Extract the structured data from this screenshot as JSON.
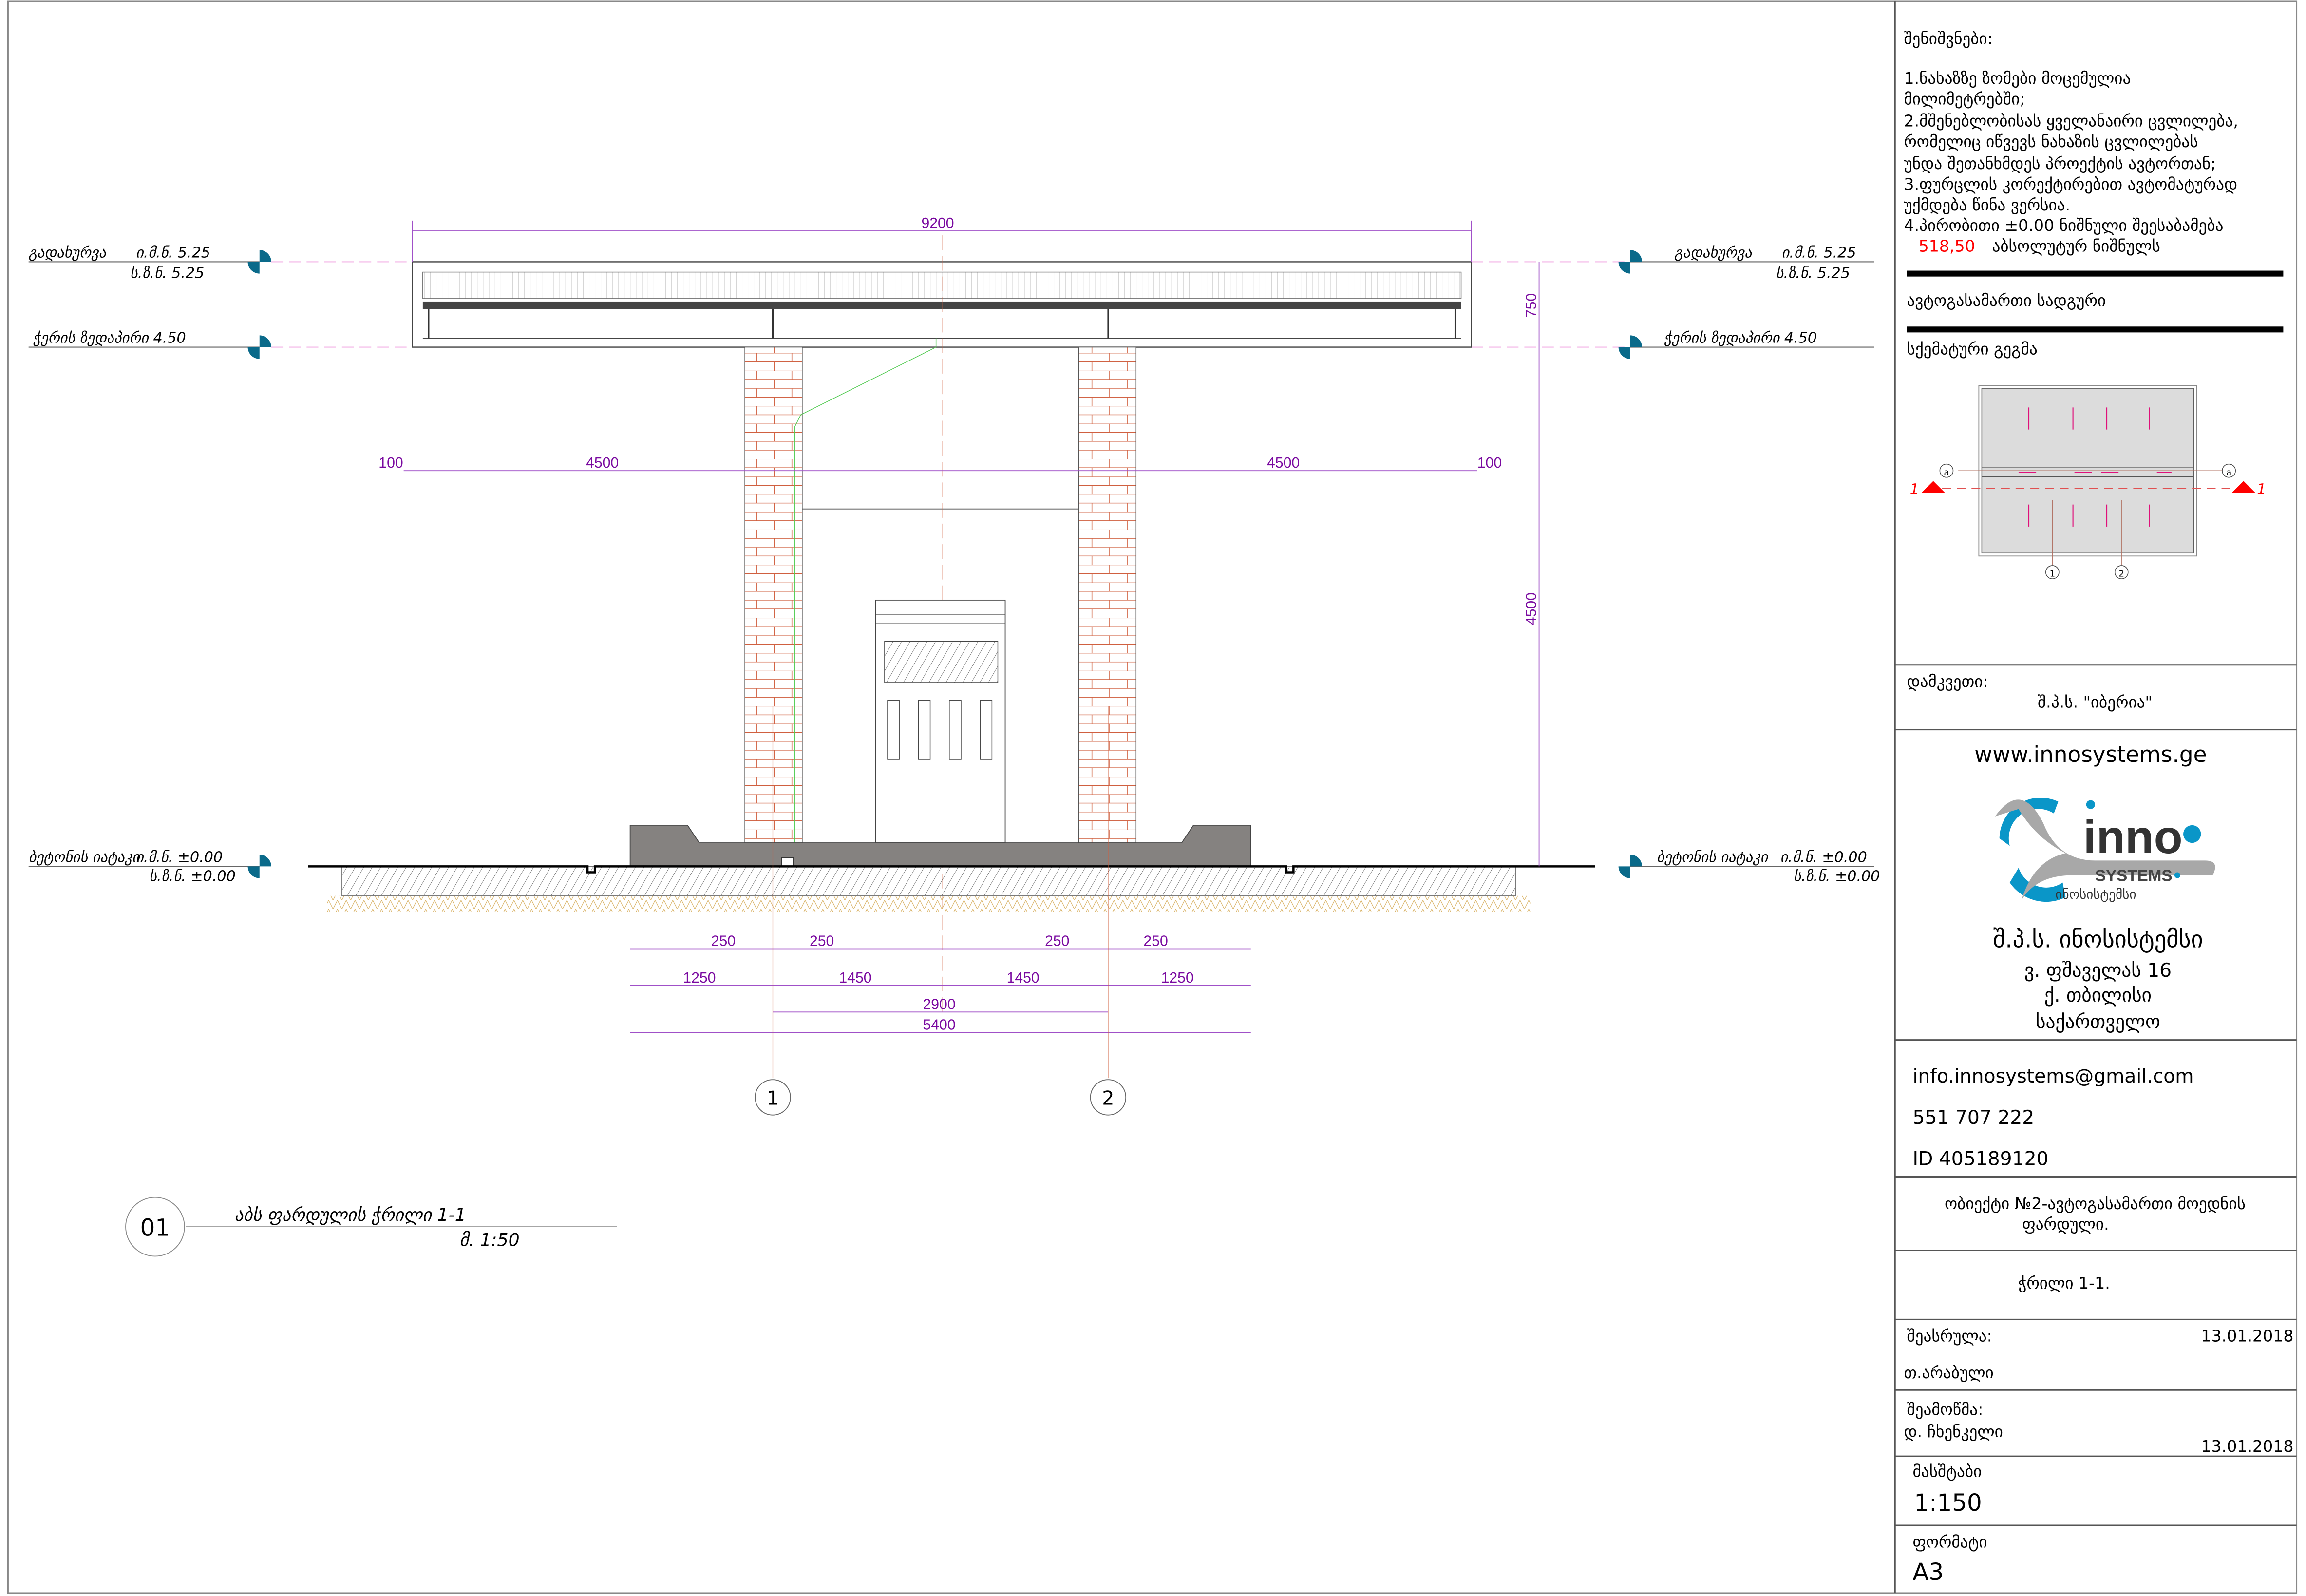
{
  "levels": {
    "roof_name": "გადახურვა",
    "roof_abs": "ი.მ.ნ. 5.25",
    "roof_rel": "ს.ზ.ნ. 5.25",
    "ceiling": "ჭერის ზედაპირი  4.50",
    "floor_name": "ბეტონის იატაკი",
    "floor_abs": "ი.მ.ნ. ±0.00",
    "floor_rel": "ს.ზ.ნ. ±0.00"
  },
  "dims": {
    "overall": "9200",
    "roof_depth": "750",
    "height": "4500",
    "edge_left": "100",
    "span_left": "4500",
    "span_right": "4500",
    "edge_right": "100",
    "col_a": "250",
    "col_b": "250",
    "col_c": "250",
    "col_d": "250",
    "base_left": "1250",
    "mid_left": "1450",
    "mid_right": "1450",
    "base_right": "1250",
    "axis_span": "2900",
    "base_total": "5400"
  },
  "axes": [
    "1",
    "2"
  ],
  "drawing_title": {
    "number": "01",
    "name": "აბს ფარდულის  ჭრილი  1-1",
    "scale": "მ. 1:50"
  },
  "notes": {
    "heading": "შენიშვნები:",
    "lines": [
      "1.ნახაზზე ზომები მოცემულია",
      "   მილიმეტრებში;",
      "2.მშენებლობისას ყველანაირი ცვლილება,",
      "  რომელიც იწვევს  ნახაზის ცვლილებას",
      "  უნდა შეთანხმდეს  პროექტის   ავტორთან;",
      "3.ფურცლის კორექტირებით ავტომატურად",
      "  უქმდება  წინა  ვერსია.",
      "4.პირობითი ±0.00 ნიშნული შეესაბამება"
    ],
    "abs_value": "518,50",
    "abs_text": "აბსოლუტურ ნიშნულს",
    "abs_color": "#ff0000"
  },
  "project_name": "ავტოგასამართი სადგური",
  "key_plan": {
    "title": "სქემატური გეგმა",
    "axis_a": "a",
    "section_mark": "1",
    "axes": [
      "1",
      "2"
    ]
  },
  "client": {
    "label": "დამკვეთი:",
    "name": "შ.პ.ს. \"იბერია\""
  },
  "company": {
    "website": "www.innosystems.ge",
    "logo_word": "inno",
    "logo_sub": "SYSTEMS",
    "logo_geo": "ინოსისტემსი",
    "name": "შ.პ.ს. ინოსისტემსი",
    "street": "ვ. ფშაველას 16",
    "city": "ქ. თბილისი",
    "country": "საქართველო",
    "email": "info.innosystems@gmail.com",
    "phone": "551 707 222",
    "id": "ID 405189120"
  },
  "object": {
    "line1": "ობიექტი №2-ავტოგასამართი მოედნის",
    "line2": "ფარდული."
  },
  "sheet": "ჭრილი 1-1.",
  "executed": {
    "label": "შეასრულა:",
    "date": "13.01.2018",
    "name": "თ.არაბული"
  },
  "checked": {
    "label": "შეამოწმა:",
    "name": "დ. ჩხენკელი",
    "date": "13.01.2018"
  },
  "scale": {
    "label": "მასშტაბი",
    "value": "1:150"
  },
  "format": {
    "label": "ფორმატი",
    "value": "A3"
  },
  "colors": {
    "dimension": "#7a0aa0",
    "brick": "#d06040",
    "marker": "#0a6a8a",
    "logo_blue": "#0a96c8"
  }
}
